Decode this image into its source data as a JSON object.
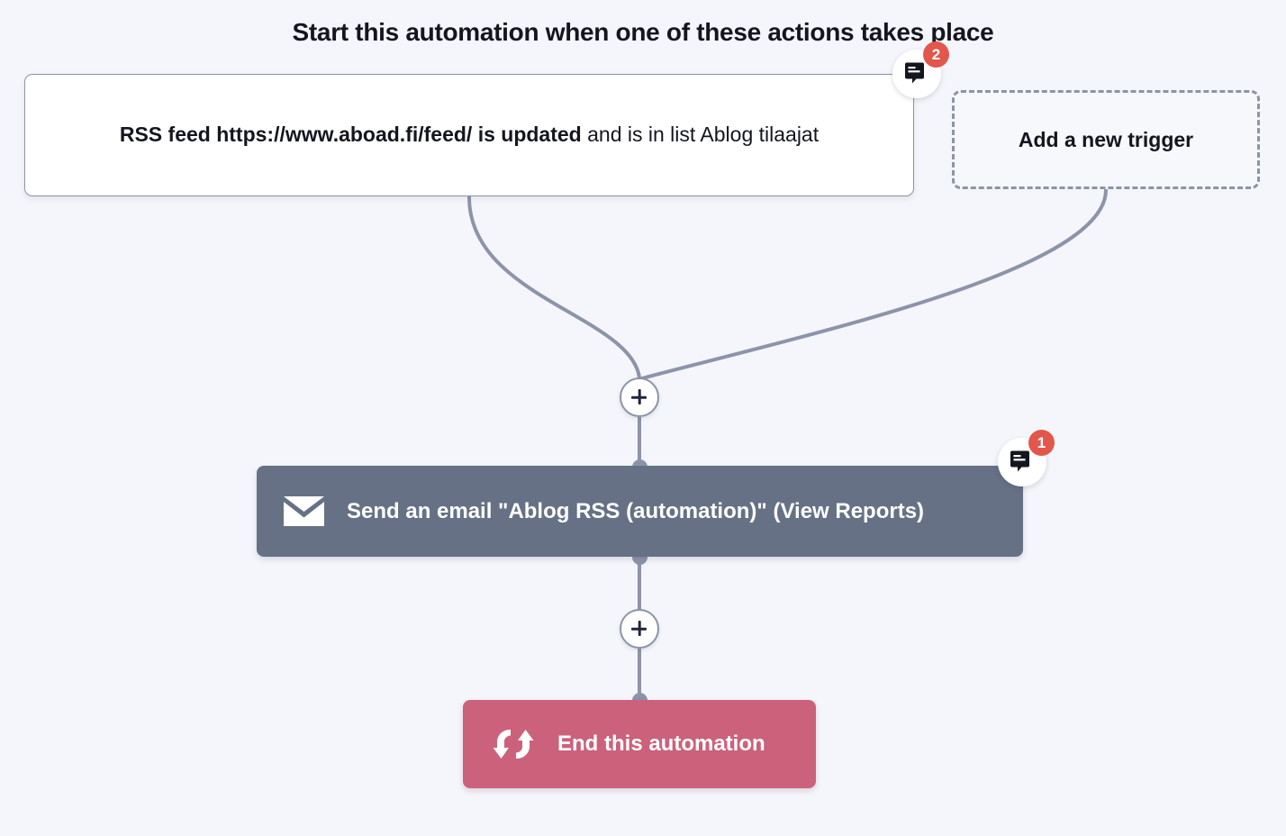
{
  "page": {
    "title": "Start this automation when one of these actions takes place",
    "background_color": "#f5f6fb"
  },
  "triggers": {
    "primary": {
      "name": "rss-feed-trigger",
      "bold_text": "RSS feed https://www.aboad.fi/feed/ is updated",
      "regular_text": " and is in list Ablog tilaajat",
      "note_badge": {
        "icon": "note-icon",
        "count": "2"
      }
    },
    "add_new": {
      "label": "Add a new trigger",
      "style": "dashed"
    }
  },
  "nodes": {
    "plus_top": {
      "icon": "plus-icon",
      "label": "+"
    },
    "plus_bottom": {
      "icon": "plus-icon",
      "label": "+"
    }
  },
  "actions": [
    {
      "name": "send-email-action",
      "icon": "envelope-icon",
      "label": "Send an email \"Ablog RSS (automation)\" (View Reports)",
      "color": "#667185",
      "note_badge": {
        "icon": "note-icon",
        "count": "1"
      }
    },
    {
      "name": "end-automation-action",
      "icon": "sync-icon",
      "label": "End this automation",
      "color": "#cc617c"
    }
  ],
  "colors": {
    "connector": "#8d94a8",
    "badge_red": "#e2574c",
    "email_block": "#667185",
    "end_block": "#cc617c",
    "text_dark": "#14161f"
  }
}
